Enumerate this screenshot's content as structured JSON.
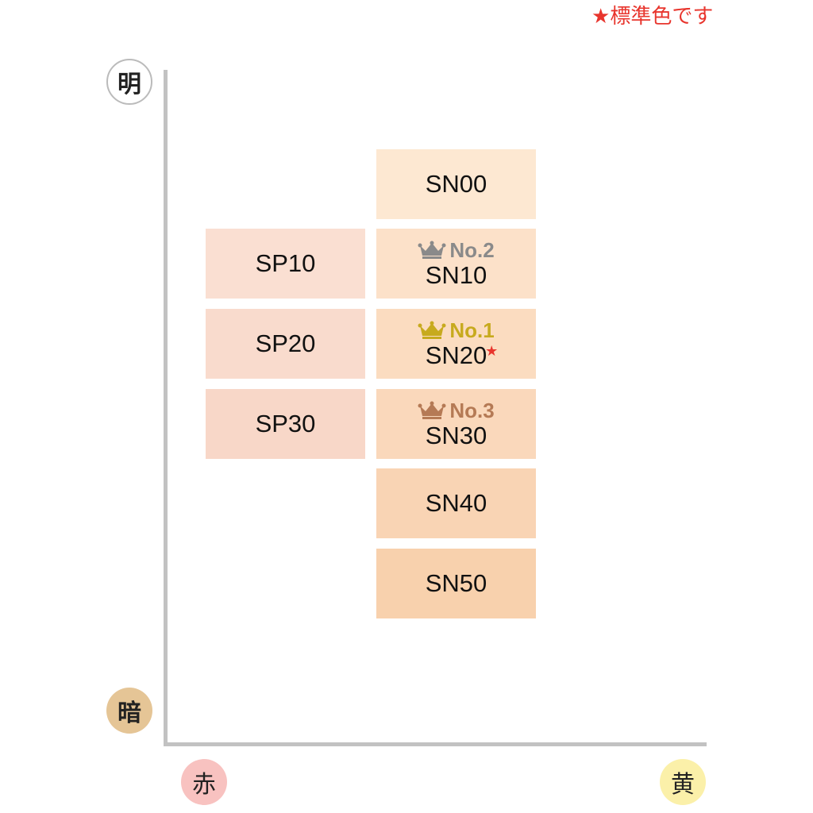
{
  "legend": {
    "star": "★",
    "text": "標準色です"
  },
  "axes": {
    "top": "明",
    "bottom": "暗",
    "left": "赤",
    "right": "黄"
  },
  "swatches": {
    "sp10": {
      "name": "SP10",
      "color": "#fadfd2"
    },
    "sp20": {
      "name": "SP20",
      "color": "#f9dbcd"
    },
    "sp30": {
      "name": "SP30",
      "color": "#f8d7c8"
    },
    "sn00": {
      "name": "SN00",
      "color": "#fde8d2"
    },
    "sn10": {
      "name": "SN10",
      "rank": "No.2",
      "rank_color": "#8a8a8a",
      "color": "#fce1c9"
    },
    "sn20": {
      "name": "SN20",
      "rank": "No.1",
      "rank_color": "#c7aa1e",
      "mark": "★",
      "color": "#fbdcc0"
    },
    "sn30": {
      "name": "SN30",
      "rank": "No.3",
      "rank_color": "#b57a55",
      "color": "#fad8bb"
    },
    "sn40": {
      "name": "SN40",
      "color": "#f9d4b4"
    },
    "sn50": {
      "name": "SN50",
      "color": "#f8d1ad"
    }
  },
  "icons": {
    "rank": "crown-icon"
  }
}
